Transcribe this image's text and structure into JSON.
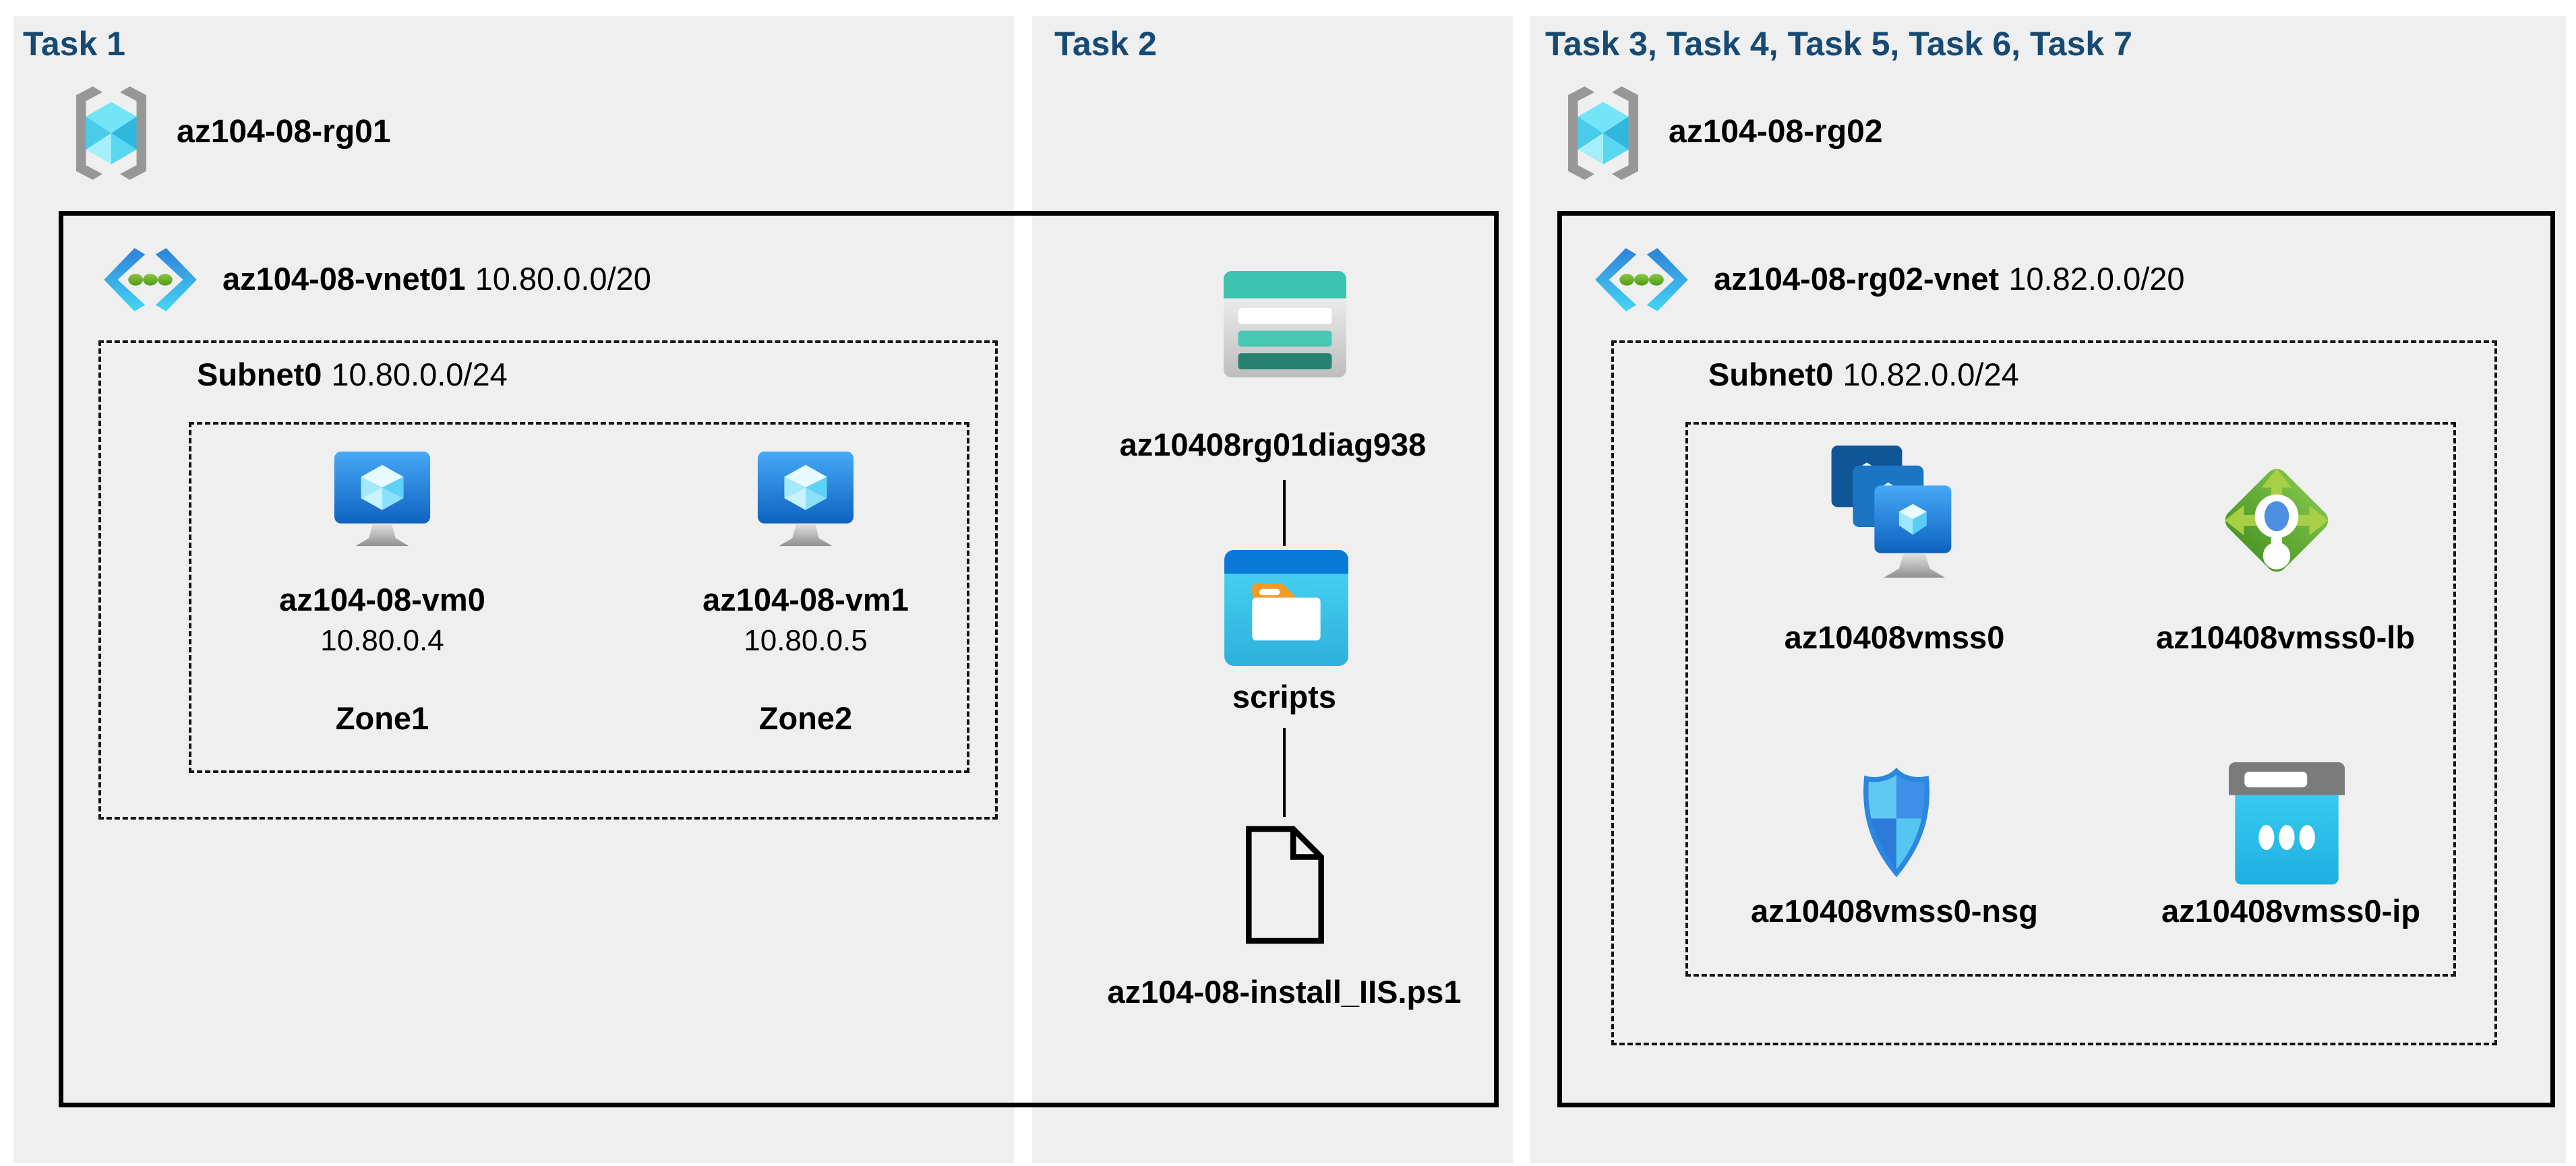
{
  "meta": {
    "colors": {
      "page_background": "#ffffff",
      "panel_background": "#efefef",
      "task_title": "#164a73",
      "outline_box": "#000000",
      "azure_blue": "#0a79d8",
      "cyan_accent": "#45d6f4",
      "teal_storage": "#3cc2af",
      "green_load_balancer": "#5fa32e",
      "shield_blue": "#2b87e0"
    },
    "icon_names": [
      "resource-group-icon",
      "virtual-network-icon",
      "virtual-machine-icon",
      "storage-account-icon",
      "blob-container-icon",
      "file-icon",
      "vm-scale-set-icon",
      "load-balancer-icon",
      "nsg-shield-icon",
      "public-ip-icon"
    ]
  },
  "tasks": {
    "task1": {
      "title": "Task 1",
      "resource_group": "az104-08-rg01",
      "vnet_name": "az104-08-vnet01",
      "vnet_cidr": "10.80.0.0/20",
      "subnet_name": "Subnet0",
      "subnet_cidr": "10.80.0.0/24",
      "vm0": {
        "name": "az104-08-vm0",
        "ip": "10.80.0.4",
        "zone": "Zone1"
      },
      "vm1": {
        "name": "az104-08-vm1",
        "ip": "10.80.0.5",
        "zone": "Zone2"
      }
    },
    "task2": {
      "title": "Task 2",
      "storage_account": "az10408rg01diag938",
      "container": "scripts",
      "script_file": "az104-08-install_IIS.ps1"
    },
    "task3": {
      "title": "Task 3, Task 4, Task 5, Task 6, Task 7",
      "resource_group": "az104-08-rg02",
      "vnet_name": "az104-08-rg02-vnet",
      "vnet_cidr": "10.82.0.0/20",
      "subnet_name": "Subnet0",
      "subnet_cidr": "10.82.0.0/24",
      "vmss": "az10408vmss0",
      "load_balancer": "az10408vmss0-lb",
      "nsg": "az10408vmss0-nsg",
      "public_ip": "az10408vmss0-ip"
    }
  }
}
